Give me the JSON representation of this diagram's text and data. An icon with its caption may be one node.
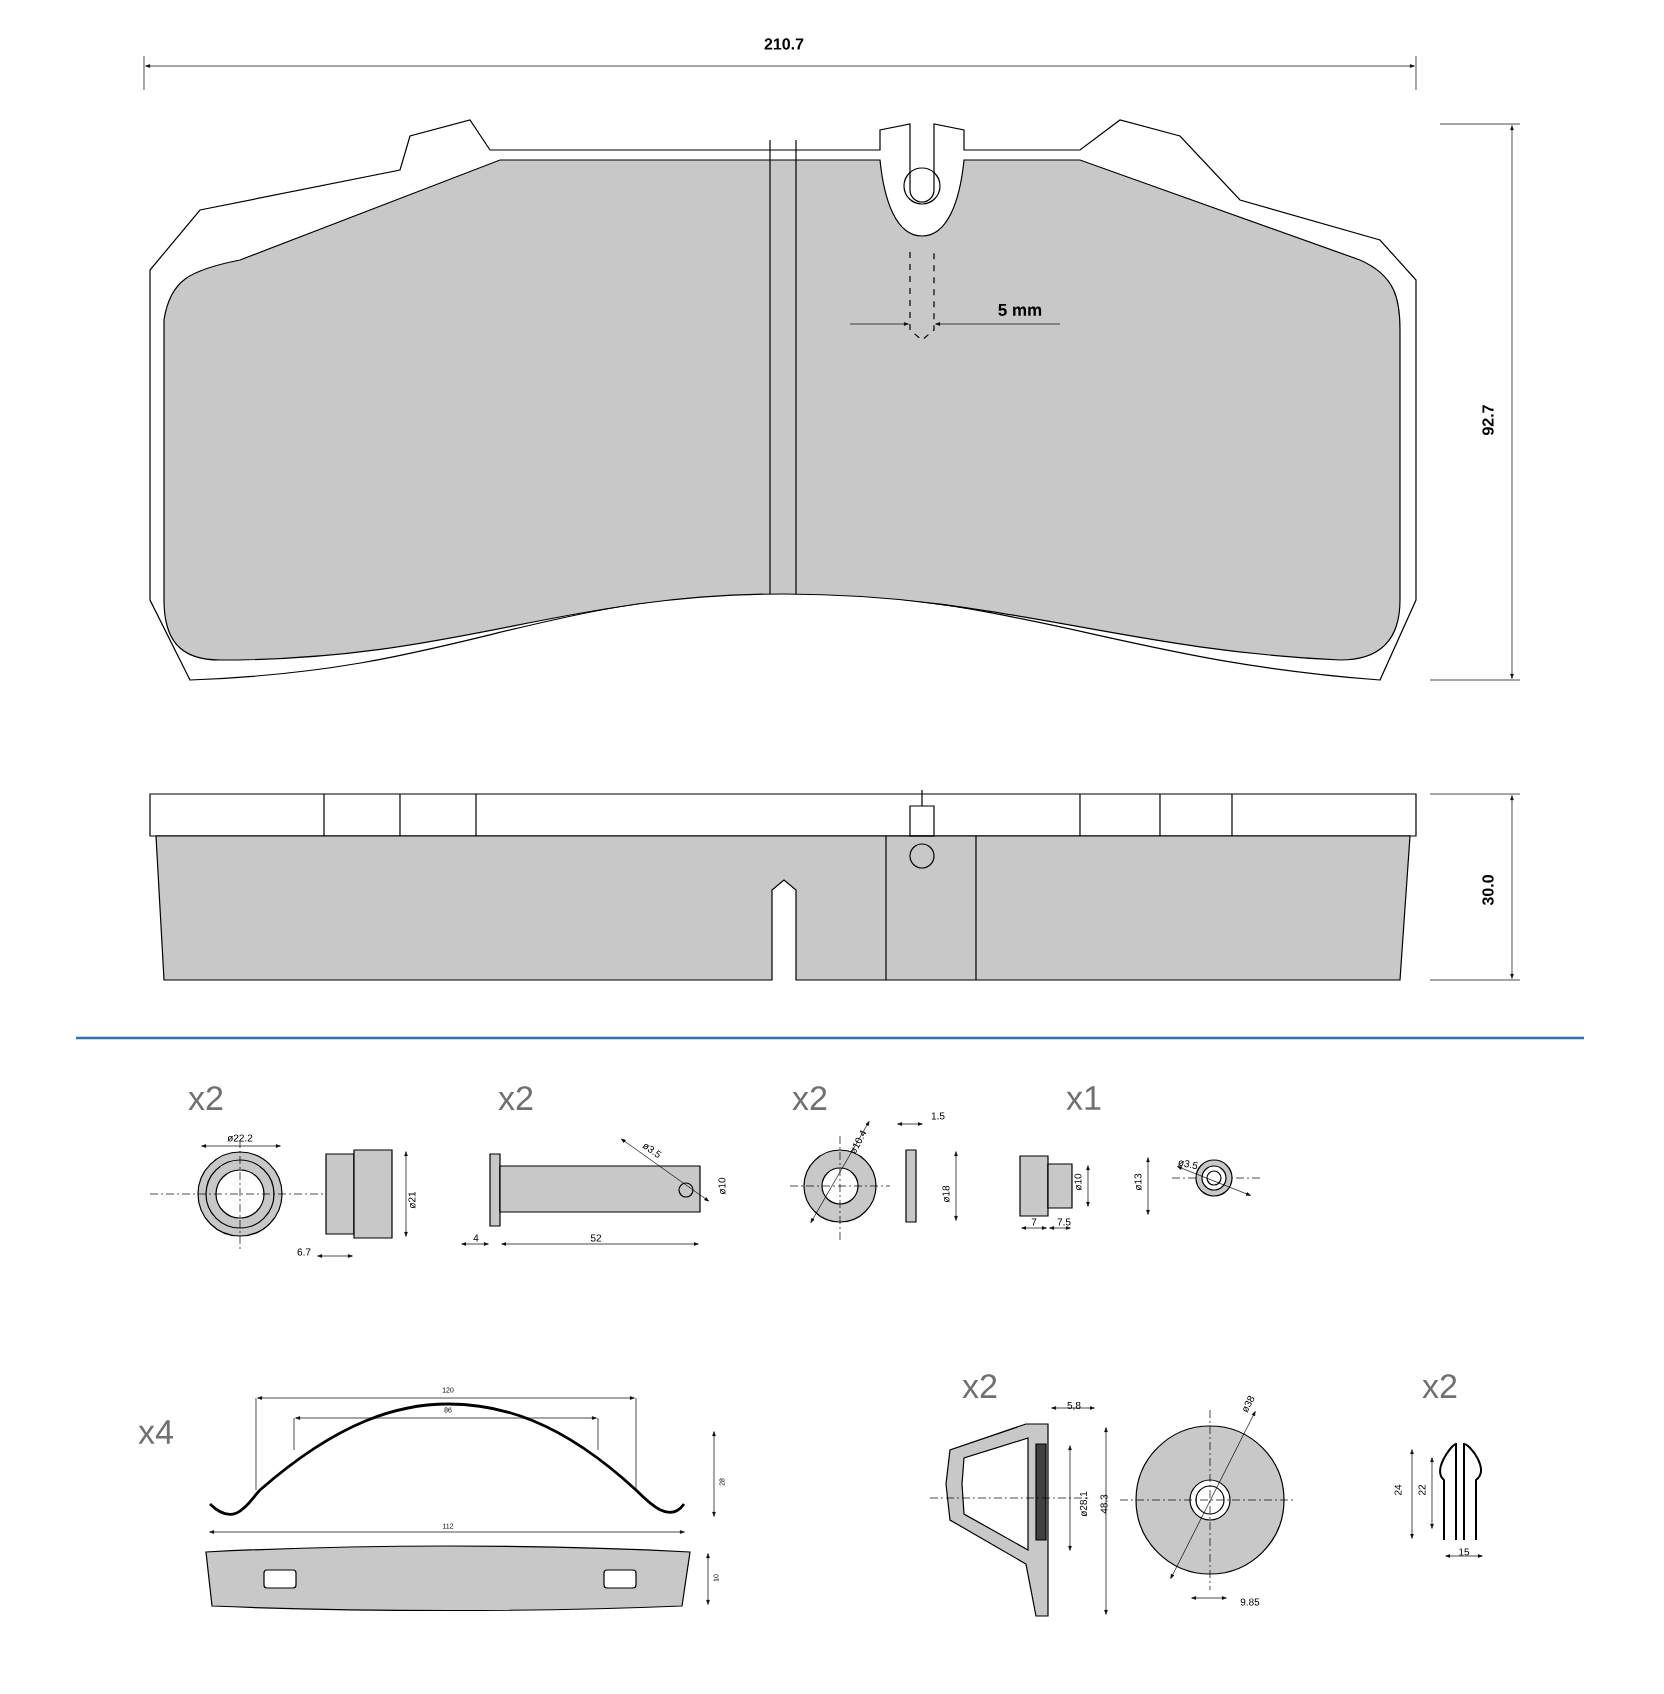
{
  "diagram": {
    "labels": [
      "210.7",
      "5 mm",
      "92.7",
      "30.0",
      "x2",
      "ø22.2",
      "ø21",
      "6.7",
      "x2",
      "ø3.5",
      "ø10",
      "4",
      "52",
      "x2",
      "ø10.4",
      "1.5",
      "ø18",
      "x1",
      "ø10",
      "ø13",
      "7",
      "7.5",
      "ø3.5",
      "x4",
      "120",
      "86",
      "28",
      "112",
      "10",
      "x2",
      "5,8",
      "ø28,1",
      "48.3",
      "ø38",
      "9.85",
      "x2",
      "24",
      "22",
      "15"
    ]
  }
}
